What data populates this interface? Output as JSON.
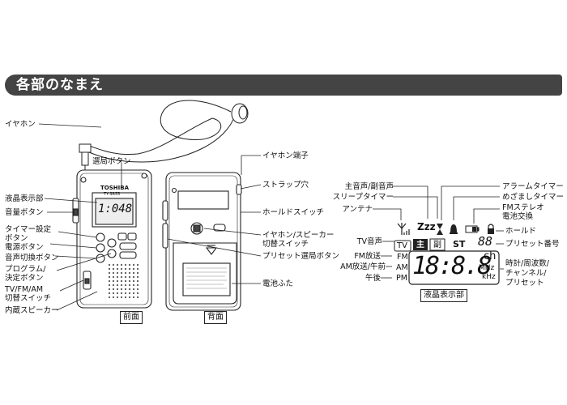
{
  "header": {
    "title": "各部のなまえ"
  },
  "device_labels_left": {
    "earphone": "イヤホン",
    "select_button": "選局ボタン",
    "lcd": "液晶表示部",
    "volume": "音量ボタン",
    "timer_1": "タイマー設定",
    "timer_2": "ボタン",
    "power": "電源ボタン",
    "audio_switch": "音声切換ボタン",
    "program_1": "プログラム/",
    "program_2": "決定ボタン",
    "band_1": "TV/FM/AM",
    "band_2": "切替スイッチ",
    "speaker": "内蔵スピーカー"
  },
  "device_labels_right": {
    "jack": "イヤホン端子",
    "strap": "ストラップ穴",
    "hold": "ホールドスイッチ",
    "ear_switch_1": "イヤホン/スピーカー",
    "ear_switch_2": "切替スイッチ",
    "preset": "プリセット選局ボタン",
    "battery": "電池ふた"
  },
  "view_captions": {
    "front": "前面",
    "back": "背面"
  },
  "device_print": {
    "brand": "TOSHIBA",
    "model": "TY-SR55",
    "display": "1:048"
  },
  "lcd_labels": {
    "main_sub": "主音声/副音声",
    "sleep": "スリープタイマー",
    "antenna": "アンテナ",
    "tv_audio": "TV音声",
    "fm_band": "FM放送",
    "am_band": "AM放送/午前",
    "pm": "午後",
    "alarm": "アラームタイマー",
    "wake": "めざましタイマー",
    "fm_stereo": "FMステレオ",
    "battery_swap": "電池交換",
    "hold": "ホールド",
    "preset_no": "プリセット番号",
    "clock_1": "時計/周波数/",
    "clock_2": "チャンネル/",
    "clock_3": "プリセット"
  },
  "lcd_segments": {
    "zzz": "Zzz",
    "tv": "TV",
    "main": "主",
    "sub": "副",
    "st": "ST",
    "preset_digits": "88",
    "fm": "FM",
    "am": "AM",
    "pm": "PM",
    "digits": "18:8.8",
    "ch": "ch",
    "mhz": "MHz",
    "khz": "kHz"
  },
  "lcd_caption": "液晶表示部"
}
